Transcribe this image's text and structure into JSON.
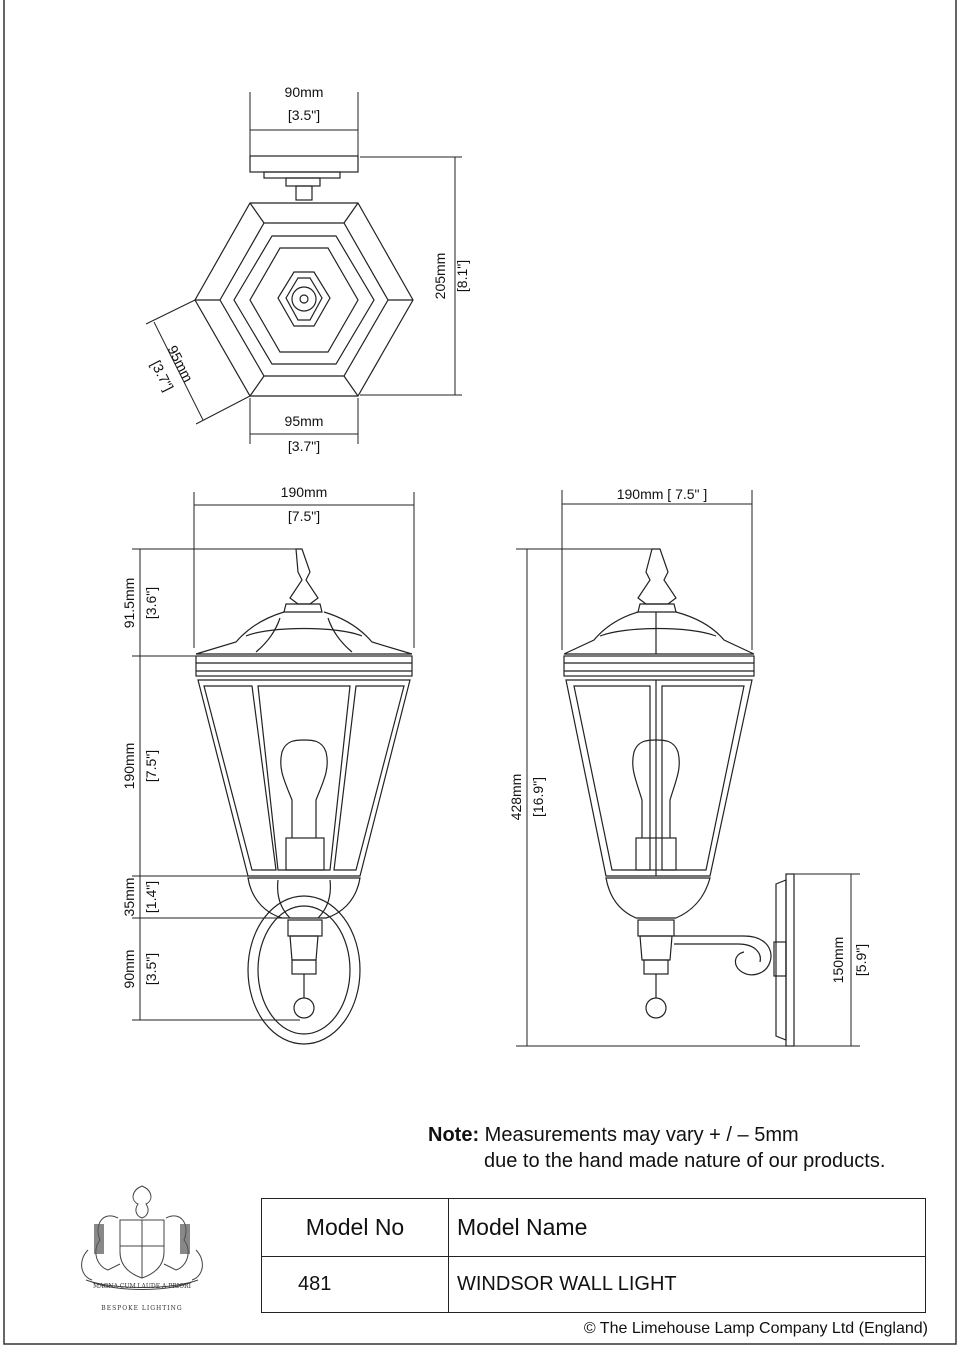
{
  "top_view": {
    "bracket_width": {
      "mm": "90mm",
      "in": "[3.5\"]"
    },
    "depth": {
      "mm": "205mm",
      "in": "[8.1\"]"
    },
    "side": {
      "mm": "95mm",
      "in": "[3.7\"]"
    },
    "base": {
      "mm": "95mm",
      "in": "[3.7\"]"
    }
  },
  "front_view": {
    "width": {
      "mm": "190mm",
      "in": "[7.5\"]"
    },
    "roof": {
      "mm": "91.5mm",
      "in": "[3.6\"]"
    },
    "body": {
      "mm": "190mm",
      "in": "[7.5\"]"
    },
    "base": {
      "mm": "35mm",
      "in": "[1.4\"]"
    },
    "finial": {
      "mm": "90mm",
      "in": "[3.5\"]"
    }
  },
  "side_view": {
    "width": "190mm  [ 7.5\" ]",
    "height": {
      "mm": "428mm",
      "in": "[16.9\"]"
    },
    "backplate": {
      "mm": "150mm",
      "in": "[5.9\"]"
    }
  },
  "note": {
    "label": "Note:",
    "line1": " Measurements may vary + / – 5mm",
    "line2": "due to the hand made nature of our products."
  },
  "table": {
    "col1_header": "Model No",
    "col2_header": "Model Name",
    "model_no": "481",
    "model_name": "WINDSOR WALL LIGHT"
  },
  "logo": {
    "motto": "MAGNA CUM LAUDE A PRIORI",
    "caption": "BESPOKE LIGHTING"
  },
  "copyright": "© The Limehouse Lamp Company Ltd (England)"
}
